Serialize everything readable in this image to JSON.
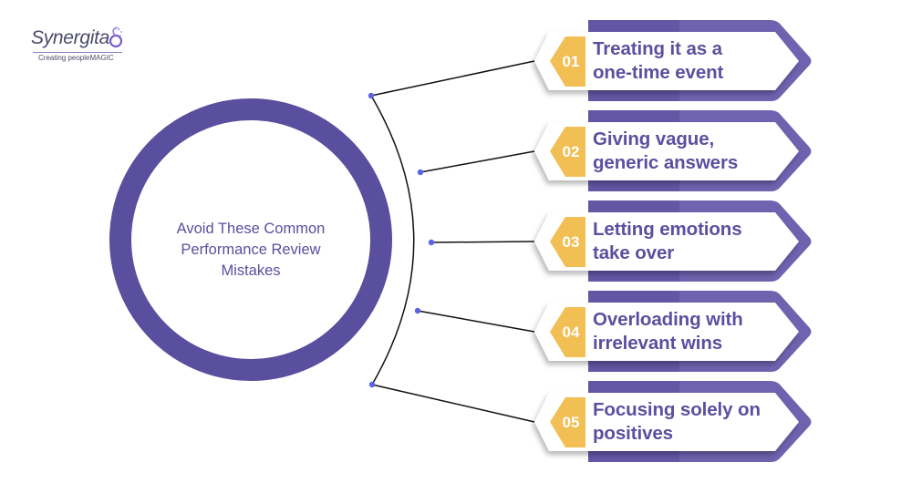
{
  "brand": {
    "name": "Synergita",
    "tagline": "Creating peopleMAGIC",
    "logo_icon": "swirl-logo-icon"
  },
  "colors": {
    "primary_purple": "#5b4f9f",
    "ring_purple": "#5a4e9e",
    "back_hex_purple": "#6f63b0",
    "gold": "#f2bf55",
    "dot_blue": "#5b63e8",
    "connector": "#111111"
  },
  "center": {
    "title": "Avoid These Common Performance Review Mistakes",
    "lines": [
      "Avoid These Common",
      "Performance Review",
      "Mistakes"
    ]
  },
  "items": [
    {
      "number": "01",
      "lines": [
        "Treating it as a",
        "one-time event"
      ]
    },
    {
      "number": "02",
      "lines": [
        "Giving vague,",
        "generic answers"
      ]
    },
    {
      "number": "03",
      "lines": [
        "Letting emotions",
        "take over"
      ]
    },
    {
      "number": "04",
      "lines": [
        "Overloading with",
        "irrelevant wins"
      ]
    },
    {
      "number": "05",
      "lines": [
        "Focusing solely on",
        "positives"
      ]
    }
  ]
}
